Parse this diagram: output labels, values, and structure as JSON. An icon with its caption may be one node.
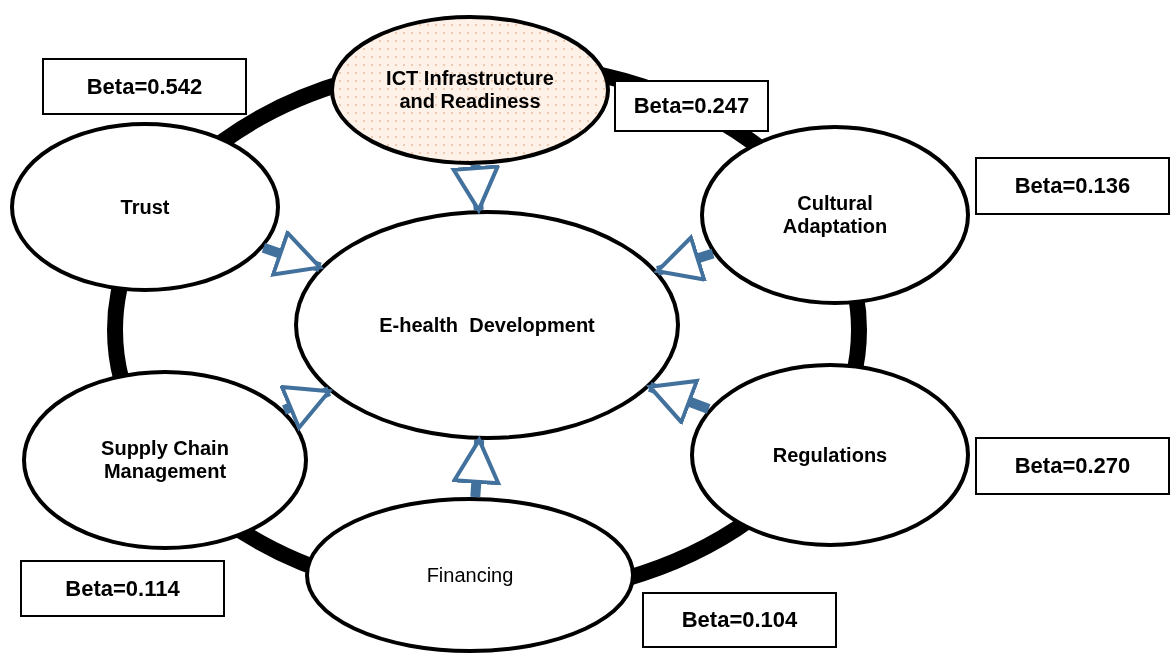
{
  "diagram": {
    "nodes": [
      {
        "text": [
          "ICT Infrastructure and Readiness"
        ]
      },
      {
        "text": [
          "Beta=0.247"
        ]
      },
      {
        "text": [
          "Beta=0.542"
        ]
      },
      {
        "text": [
          "Trust"
        ]
      },
      {
        "text": [
          "Cultural Adaptation"
        ]
      },
      {
        "text": [
          "Beta=0.136"
        ]
      },
      {
        "text": [
          "E-health  Development"
        ]
      },
      {
        "text": [
          "Regulations"
        ]
      },
      {
        "text": [
          "Beta=0.270"
        ]
      },
      {
        "text": [
          "Supply Chain Management"
        ]
      },
      {
        "text": [
          "Beta=0.114"
        ]
      },
      {
        "text": [
          "Financing"
        ]
      },
      {
        "text": [
          "Beta=0.104"
        ]
      }
    ],
    "edges": [
      {
        "from": 0,
        "to": 6,
        "arrow": "to"
      },
      {
        "from": 3,
        "to": 6,
        "arrow": "to"
      },
      {
        "from": 4,
        "to": 6,
        "arrow": "to"
      },
      {
        "from": 7,
        "to": 6,
        "arrow": "to"
      },
      {
        "from": 9,
        "to": 6,
        "arrow": "to"
      },
      {
        "from": 11,
        "to": 6,
        "arrow": "to"
      }
    ]
  }
}
